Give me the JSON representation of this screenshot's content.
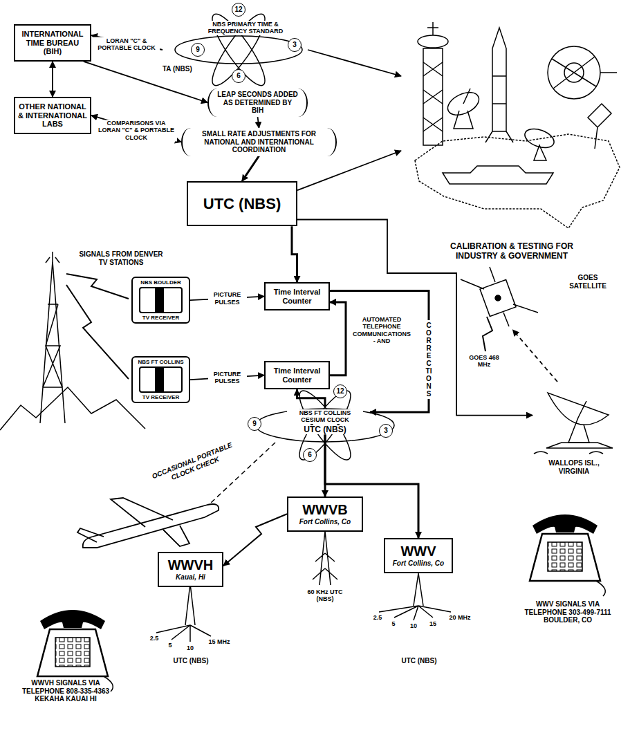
{
  "diagram": {
    "nodes": [
      {
        "text": [
          "INTERNATIONAL TIME BUREAU (BIH)"
        ]
      },
      {
        "text": [
          "OTHER NATIONAL & INTERNATIONAL LABS"
        ]
      },
      {
        "text": [
          "NBS PRIMARY TIME & FREQUENCY STANDARD",
          "TA (NBS)"
        ]
      },
      {
        "text": [
          "LEAP SECONDS ADDED AS DETERMINED BY BIH"
        ]
      },
      {
        "text": [
          "SMALL RATE ADJUSTMENTS FOR NATIONAL AND INTERNATIONAL COORDINATION"
        ]
      },
      {
        "text": [
          "UTC (NBS)"
        ]
      },
      {
        "text": [
          "CALIBRATION & TESTING FOR INDUSTRY & GOVERNMENT"
        ]
      },
      {
        "text": [
          "NBS BOULDER",
          "TV RECEIVER"
        ]
      },
      {
        "text": [
          "NBS FT COLLINS",
          "TV RECEIVER"
        ]
      },
      {
        "text": [
          "Time Interval Counter"
        ]
      },
      {
        "text": [
          "Time Interval Counter"
        ]
      },
      {
        "text": [
          "NBS FT COLLINS CESIUM CLOCK",
          "UTC (NBS)"
        ]
      },
      {
        "text": [
          "GOES SATELLITE"
        ]
      },
      {
        "text": [
          "WALLOPS ISL., VIRGINIA"
        ]
      },
      {
        "text": [
          "WWVB",
          "Fort Collins, Co"
        ]
      },
      {
        "text": [
          "WWVH",
          "Kauai, Hi"
        ]
      },
      {
        "text": [
          "WWV",
          "Fort Collins, Co"
        ]
      }
    ],
    "edges": [
      {
        "from": 2,
        "to": 0,
        "arrow": "to",
        "label": "LORAN \"C\" & PORTABLE CLOCK"
      },
      {
        "from": 0,
        "to": 1,
        "arrow": "both"
      },
      {
        "from": 0,
        "to": 3,
        "arrow": "to"
      },
      {
        "from": 1,
        "to": 4,
        "arrow": "both",
        "label": "COMPARISONS VIA LORAN \"C\" & PORTABLE CLOCK"
      },
      {
        "from": 3,
        "to": 4,
        "arrow": "to"
      },
      {
        "from": 4,
        "to": 5,
        "arrow": "to"
      },
      {
        "from": 2,
        "to": 6,
        "arrow": "to"
      },
      {
        "from": 5,
        "to": 6,
        "arrow": "to"
      },
      {
        "from": 5,
        "to": 9,
        "arrow": "to"
      },
      {
        "from": 5,
        "to": 13,
        "arrow": "to"
      },
      {
        "from": 13,
        "to": 12,
        "arrow": "to"
      },
      {
        "from": 7,
        "to": 9,
        "arrow": "to",
        "label": "PICTURE PULSES"
      },
      {
        "from": 8,
        "to": 10,
        "arrow": "to",
        "label": "PICTURE PULSES"
      },
      {
        "from": 10,
        "to": 9,
        "arrow": "to",
        "label": "AUTOMATED TELEPHONE COMMUNICATIONS - AND"
      },
      {
        "from": 9,
        "to": 11,
        "arrow": "to",
        "label": "CORRECTIONS"
      },
      {
        "from": 11,
        "to": 10,
        "arrow": "to"
      },
      {
        "from": 11,
        "to": 14,
        "arrow": "to"
      },
      {
        "from": 11,
        "to": 16,
        "arrow": "to"
      },
      {
        "from": 14,
        "to": 15,
        "arrow": "to"
      }
    ],
    "labels": [
      "12",
      "9",
      "3",
      "6",
      "SIGNALS FROM DENVER TV STATIONS",
      "12",
      "9",
      "3",
      "6",
      "OCCASIONAL PORTABLE CLOCK CHECK",
      "GOES 468 MHz",
      "60 KHz UTC (NBS)",
      "2.5",
      "5",
      "10",
      "15 MHz",
      "UTC (NBS)",
      "2.5",
      "5",
      "10",
      "15",
      "20 MHz",
      "UTC (NBS)",
      "WWVH SIGNALS VIA TELEPHONE 808-335-4363 KEKAHA KAUAI HI",
      "WWV SIGNALS VIA TELEPHONE 303-499-7111 BOULDER, CO"
    ]
  }
}
